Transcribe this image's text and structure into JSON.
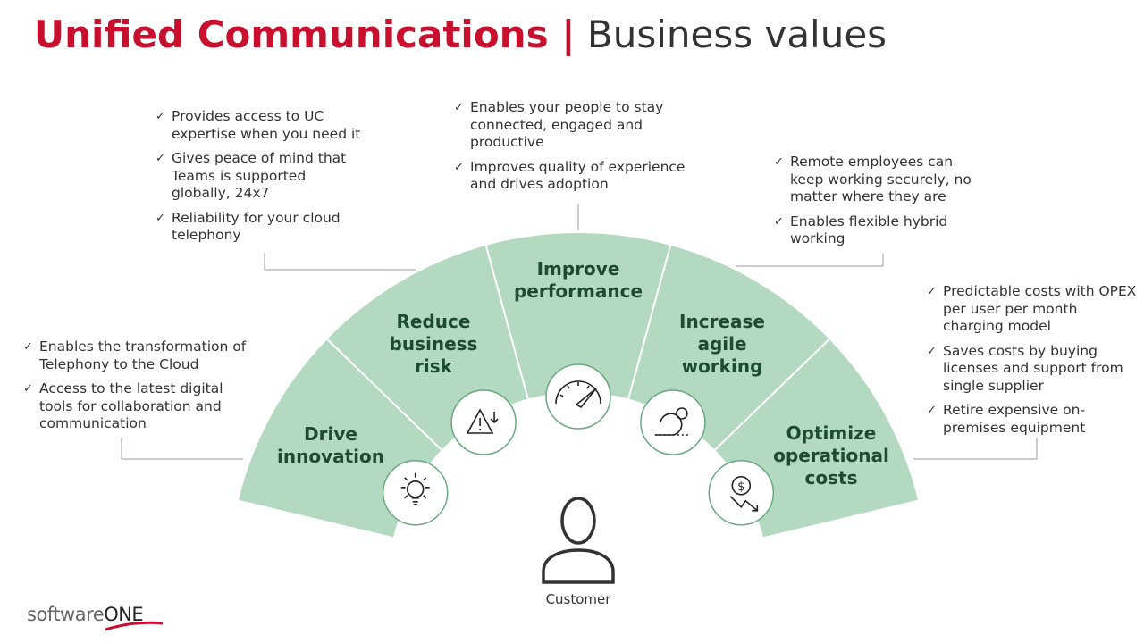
{
  "title": {
    "bold": "Unified Communications |",
    "light": "Business values"
  },
  "segments": [
    {
      "label_lines": [
        "Drive",
        "innovation"
      ],
      "icon": "lightbulb-icon",
      "bullets": [
        "Enables the transformation of Telephony to the Cloud",
        "Access to the latest digital tools for collaboration and communication"
      ]
    },
    {
      "label_lines": [
        "Reduce",
        "business",
        "risk"
      ],
      "icon": "warning-down-icon",
      "bullets": [
        "Provides access to UC expertise when you need it",
        "Gives peace of mind that Teams is supported globally, 24x7",
        "Reliability for your cloud telephony"
      ]
    },
    {
      "label_lines": [
        "Improve",
        "performance"
      ],
      "icon": "speedometer-icon",
      "bullets": [
        "Enables your people to stay connected, engaged and productive",
        "Improves quality of experience and drives adoption"
      ]
    },
    {
      "label_lines": [
        "Increase",
        "agile",
        "working"
      ],
      "icon": "agile-loop-icon",
      "bullets": [
        "Remote employees can keep working securely, no matter where they are",
        "Enables flexible hybrid working"
      ]
    },
    {
      "label_lines": [
        "Optimize",
        "operational",
        "costs"
      ],
      "icon": "cost-down-icon",
      "bullets": [
        "Predictable costs with OPEX per user per month charging model",
        "Saves costs by buying licenses and support from single supplier",
        "Retire expensive on-premises equipment"
      ]
    }
  ],
  "customer": "Customer",
  "logo": {
    "a": "software",
    "b": "ONE"
  },
  "colors": {
    "red": "#c8102e",
    "green": "#b3d9c0",
    "dark_green": "#1e4a2e"
  }
}
